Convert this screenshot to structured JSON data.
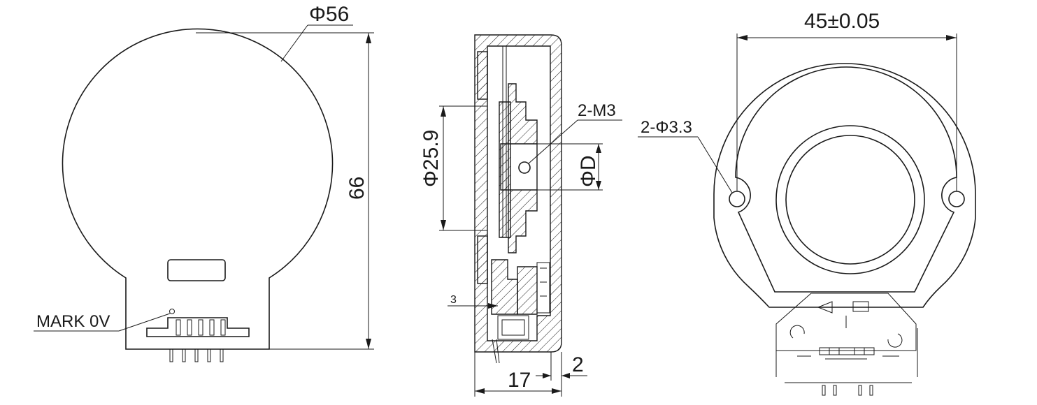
{
  "front_view": {
    "diameter_label": "Φ56",
    "height_label": "66",
    "mark_label": "MARK 0V"
  },
  "side_view": {
    "bore_label": "Φ25.9",
    "thread_label": "2-M3",
    "shaft_label": "ΦD",
    "depth_label": "3",
    "thickness_label": "17",
    "offset_label": "2"
  },
  "rear_view": {
    "hole_spacing_label": "45±0.05",
    "hole_label": "2-Φ3.3"
  },
  "colors": {
    "line": "#1a1a1a",
    "background": "#ffffff"
  }
}
